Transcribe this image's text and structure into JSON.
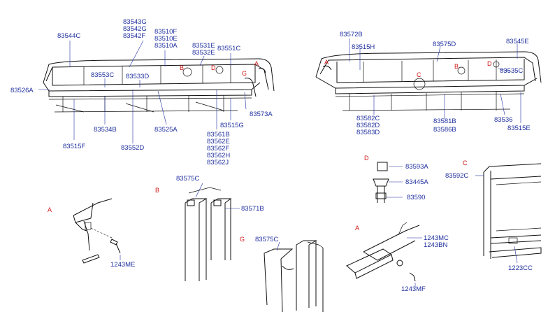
{
  "labels": {
    "l83544C": "83544C",
    "l83543G": "83543G",
    "l83542G": "83542G",
    "l83542F": "83542F",
    "l83510F": "83510F",
    "l83510E": "83510E",
    "l83510A": "83510A",
    "l83531E": "83531E",
    "l83532E": "83532E",
    "l83551C": "83551C",
    "l83553C": "83553C",
    "l83533D": "83533D",
    "l83526A": "83526A",
    "l83573A": "83573A",
    "l83534B": "83534B",
    "l83525A": "83525A",
    "l83515G": "83515G",
    "l83515F": "83515F",
    "l83552D": "83552D",
    "l83561B": "83561B",
    "l83562E": "83562E",
    "l83562F": "83562F",
    "l83562H": "83562H",
    "l83562J": "83562J",
    "l83572B": "83572B",
    "l83515H": "83515H",
    "l83575D": "83575D",
    "l83545E": "83545E",
    "l83535C": "83535C",
    "l83582C": "83582C",
    "l83582D": "83582D",
    "l83583D": "83583D",
    "l83581B": "83581B",
    "l83586B": "83586B",
    "l83536": "83536",
    "l83515E": "83515E",
    "l83575C_b": "83575C",
    "l83571B": "83571B",
    "l83575C_g": "83575C",
    "l1243ME": "1243ME",
    "l83593A": "83593A",
    "l83445A": "83445A",
    "l83590": "83590",
    "l1243MC": "1243MC",
    "l1243BN": "1243BN",
    "l1243MF": "1243MF",
    "l83592C": "83592C",
    "l1223CC": "1223CC"
  },
  "refs": {
    "A": "A",
    "B": "B",
    "C": "C",
    "D": "D",
    "G": "G"
  },
  "colors": {
    "label": "#1f2f9e",
    "reference_letter": "#d11414",
    "line": "#111111"
  }
}
